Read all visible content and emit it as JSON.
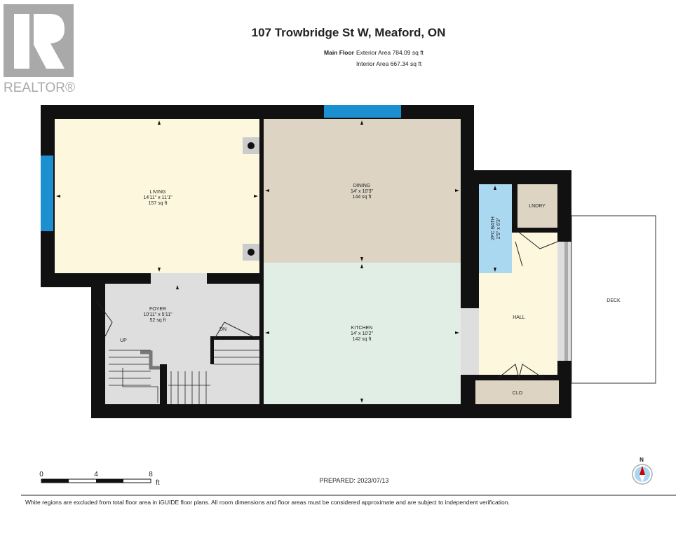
{
  "title": "107 Trowbridge St W, Meaford, ON",
  "logo": {
    "text": "REALTOR®"
  },
  "floor": {
    "name": "Main Floor",
    "exterior_area": "Exterior Area 784.09 sq ft",
    "interior_area": "Interior Area 667.34 sq ft"
  },
  "rooms": {
    "living": {
      "name": "LIVING",
      "dims": "14'11\" x 11'1\"",
      "area": "157 sq ft"
    },
    "dining": {
      "name": "DINING",
      "dims": "14' x 10'3\"",
      "area": "144 sq ft"
    },
    "kitchen": {
      "name": "KITCHEN",
      "dims": "14' x 10'2\"",
      "area": "142 sq ft"
    },
    "foyer": {
      "name": "FOYER",
      "dims": "10'11\" x 5'11\"",
      "area": "52 sq ft"
    },
    "bath": {
      "name": "2PC BATH",
      "dims": "2'5\" x 6'3\""
    },
    "laundry": {
      "name": "LNDRY"
    },
    "hall": {
      "name": "HALL"
    },
    "closet": {
      "name": "CLO"
    },
    "deck": {
      "name": "DECK"
    },
    "stairs_up": "UP",
    "stairs_down": "DN"
  },
  "scale": {
    "ticks": [
      "0",
      "4",
      "8"
    ],
    "unit": "ft"
  },
  "compass": {
    "label": "N"
  },
  "prepared": "PREPARED: 2023/07/13",
  "disclaimer": "White regions are excluded from total floor area in iGUIDE floor plans. All room dimensions and floor areas must be considered approximate and are subject to independent verification.",
  "colors": {
    "wall": "#111111",
    "living": "#fdf7de",
    "dining": "#ddd4c4",
    "kitchen": "#e1eee5",
    "foyer": "#dedede",
    "bath": "#aad8f1",
    "window": "#1b8fd0"
  }
}
